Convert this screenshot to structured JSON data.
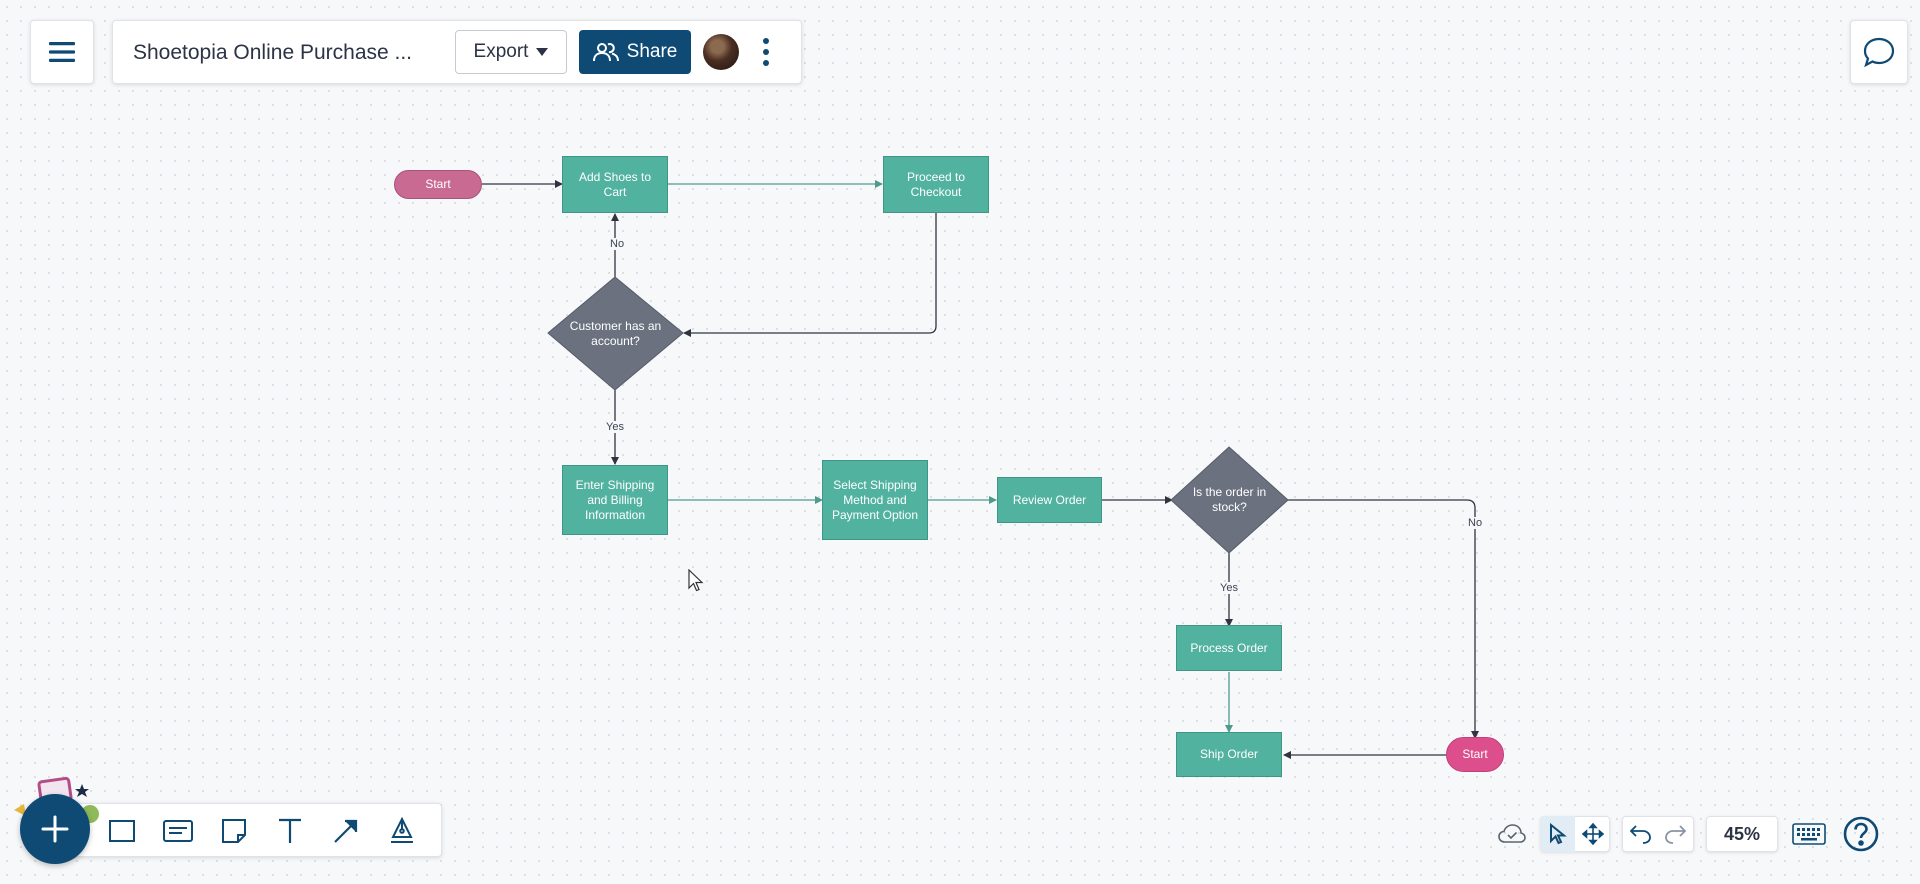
{
  "header": {
    "title": "Shoetopia Online Purchase ...",
    "export_label": "Export",
    "share_label": "Share"
  },
  "icons": {
    "menu": "hamburger-menu-icon",
    "comment": "speech-bubble-icon",
    "share": "people-icon",
    "export_caret": "caret-down-icon",
    "more": "vertical-dots-icon"
  },
  "flowchart": {
    "nodes": {
      "start_top": "Start",
      "add_shoes": "Add Shoes to Cart",
      "proceed_checkout": "Proceed to Checkout",
      "has_account": "Customer has an account?",
      "enter_shipping": "Enter Shipping and Billing Information",
      "select_shipping": "Select Shipping Method and Payment Option",
      "review_order": "Review Order",
      "in_stock": "Is the order in stock?",
      "process_order": "Process Order",
      "ship_order": "Ship Order",
      "start_bottom": "Start"
    },
    "labels": {
      "no_account": "No",
      "yes_account": "Yes",
      "yes_stock": "Yes",
      "no_stock": "No"
    }
  },
  "bottom_toolbar": {
    "tools": [
      "add-icon",
      "rectangle-icon",
      "card-icon",
      "sticky-note-icon",
      "text-icon",
      "arrow-icon",
      "pen-icon"
    ]
  },
  "right_toolbar": {
    "zoom": "45%"
  },
  "colors": {
    "brand": "#0e4a74",
    "process_fill": "#52b2a0",
    "decision_fill": "#6b717f",
    "terminal_fill_top": "#c96a92",
    "terminal_fill_bottom": "#dc4f8c"
  }
}
